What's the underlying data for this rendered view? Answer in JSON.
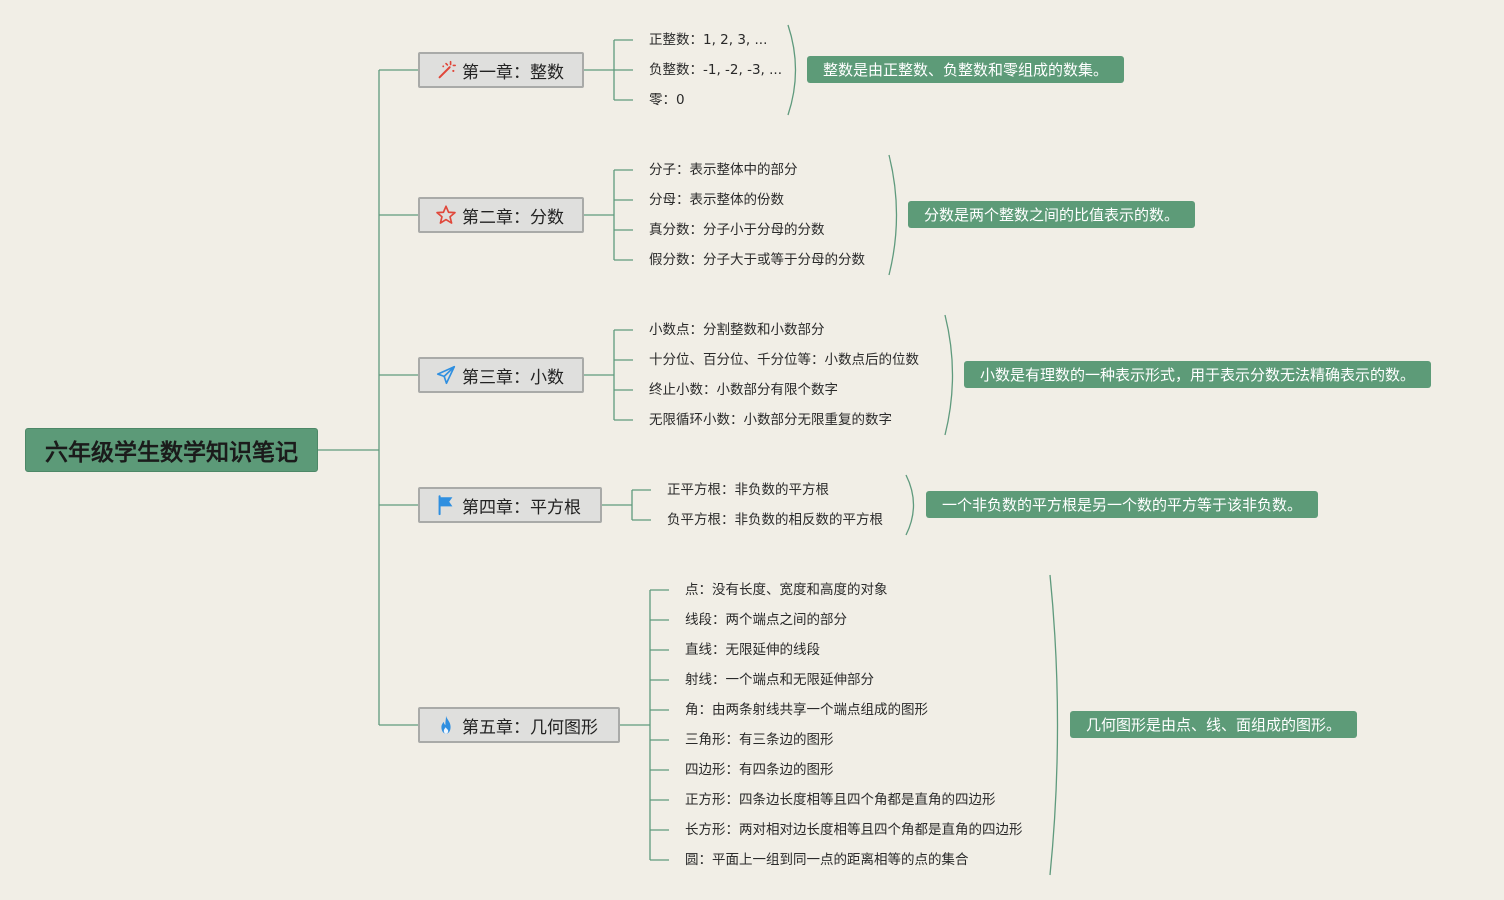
{
  "root": {
    "title": "六年级学生数学知识笔记"
  },
  "chapters": [
    {
      "title": "第一章：整数",
      "icon": "magic-wand-icon",
      "items": [
        "正整数：1, 2, 3, ...",
        "负整数：-1, -2, -3, ...",
        "零：0"
      ],
      "summary": "整数是由正整数、负整数和零组成的数集。"
    },
    {
      "title": "第二章：分数",
      "icon": "star-icon",
      "items": [
        "分子：表示整体中的部分",
        "分母：表示整体的份数",
        "真分数：分子小于分母的分数",
        "假分数：分子大于或等于分母的分数"
      ],
      "summary": "分数是两个整数之间的比值表示的数。"
    },
    {
      "title": "第三章：小数",
      "icon": "paper-plane-icon",
      "items": [
        "小数点：分割整数和小数部分",
        "十分位、百分位、千分位等：小数点后的位数",
        "终止小数：小数部分有限个数字",
        "无限循环小数：小数部分无限重复的数字"
      ],
      "summary": "小数是有理数的一种表示形式，用于表示分数无法精确表示的数。"
    },
    {
      "title": "第四章：平方根",
      "icon": "flag-icon",
      "items": [
        "正平方根：非负数的平方根",
        "负平方根：非负数的相反数的平方根"
      ],
      "summary": "一个非负数的平方根是另一个数的平方等于该非负数。"
    },
    {
      "title": "第五章：几何图形",
      "icon": "fire-icon",
      "items": [
        "点：没有长度、宽度和高度的对象",
        "线段：两个端点之间的部分",
        "直线：无限延伸的线段",
        "射线：一个端点和无限延伸部分",
        "角：由两条射线共享一个端点组成的图形",
        "三角形：有三条边的图形",
        "四边形：有四条边的图形",
        "正方形：四条边长度相等且四个角都是直角的四边形",
        "长方形：两对相对边长度相等且四个角都是直角的四边形",
        "圆：平面上一组到同一点的距离相等的点的集合"
      ],
      "summary": "几何图形是由点、线、面组成的图形。"
    }
  ],
  "colors": {
    "background": "#f1eee6",
    "accent_green": "#5c9a78",
    "connector": "#5f9a7d",
    "icon_red": "#e0473a",
    "icon_blue": "#2f8fe0"
  }
}
